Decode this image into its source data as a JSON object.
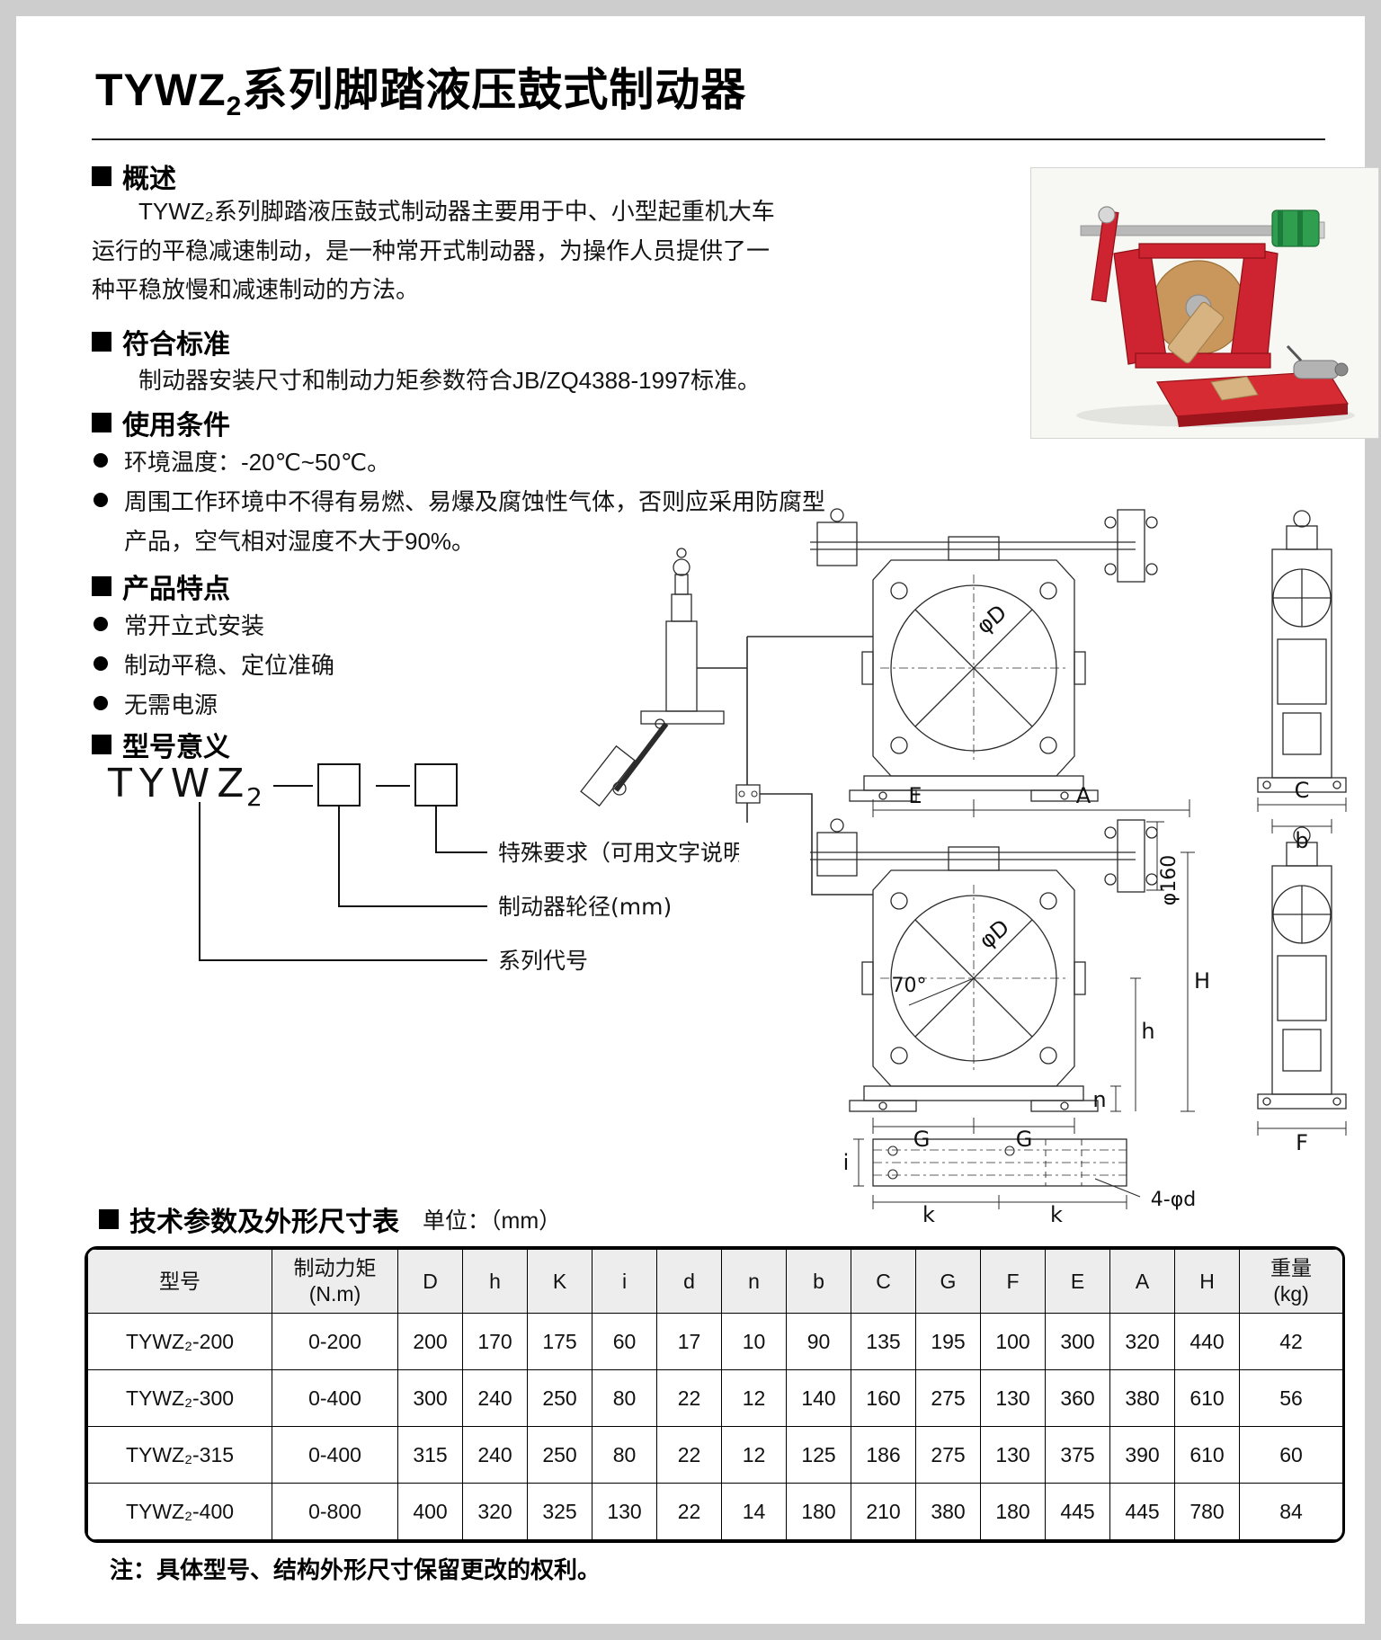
{
  "page": {
    "title_prefix": "TYWZ",
    "title_sub": "2",
    "title_suffix": "系列脚踏液压鼓式制动器"
  },
  "overview": {
    "heading": "概述",
    "body": "TYWZ₂系列脚踏液压鼓式制动器主要用于中、小型起重机大车运行的平稳减速制动，是一种常开式制动器，为操作人员提供了一种平稳放慢和减速制动的方法。"
  },
  "standards": {
    "heading": "符合标准",
    "body": "制动器安装尺寸和制动力矩参数符合JB/ZQ4388-1997标准。"
  },
  "conditions": {
    "heading": "使用条件",
    "items": [
      "环境温度：-20℃~50℃。",
      "周围工作环境中不得有易燃、易爆及腐蚀性气体，否则应采用防腐型产品，空气相对湿度不大于90%。"
    ]
  },
  "features": {
    "heading": "产品特点",
    "items": [
      "常开立式安装",
      "制动平稳、定位准确",
      "无需电源"
    ]
  },
  "model_diagram": {
    "heading": "型号意义",
    "series_prefix": "TYWZ",
    "series_sub": "2",
    "labels": [
      "特殊要求（可用文字说明）",
      "制动器轮径(mm)",
      "系列代号"
    ]
  },
  "drawing_labels": {
    "E": "E",
    "A": "A",
    "C": "C",
    "b": "b",
    "phiD": "φD",
    "phi160": "φ160",
    "angle70": "70°",
    "H": "H",
    "h": "h",
    "n": "n",
    "G": "G",
    "F": "F",
    "i": "i",
    "k": "k",
    "bolt_hole": "4-φd"
  },
  "spec_table": {
    "heading": "技术参数及外形尺寸表",
    "unit_label": "单位：（mm）",
    "headers": [
      "型号",
      "制动力矩\n(N.m)",
      "D",
      "h",
      "K",
      "i",
      "d",
      "n",
      "b",
      "C",
      "G",
      "F",
      "E",
      "A",
      "H",
      "重量\n(kg)"
    ],
    "rows": [
      [
        "TYWZ₂-200",
        "0-200",
        "200",
        "170",
        "175",
        "60",
        "17",
        "10",
        "90",
        "135",
        "195",
        "100",
        "300",
        "320",
        "440",
        "42"
      ],
      [
        "TYWZ₂-300",
        "0-400",
        "300",
        "240",
        "250",
        "80",
        "22",
        "12",
        "140",
        "160",
        "275",
        "130",
        "360",
        "380",
        "610",
        "56"
      ],
      [
        "TYWZ₂-315",
        "0-400",
        "315",
        "240",
        "250",
        "80",
        "22",
        "12",
        "125",
        "186",
        "275",
        "130",
        "375",
        "390",
        "610",
        "60"
      ],
      [
        "TYWZ₂-400",
        "0-800",
        "400",
        "320",
        "325",
        "130",
        "22",
        "14",
        "180",
        "210",
        "380",
        "180",
        "445",
        "445",
        "780",
        "84"
      ]
    ],
    "note": "注：具体型号、结构外形尺寸保留更改的权利。"
  }
}
